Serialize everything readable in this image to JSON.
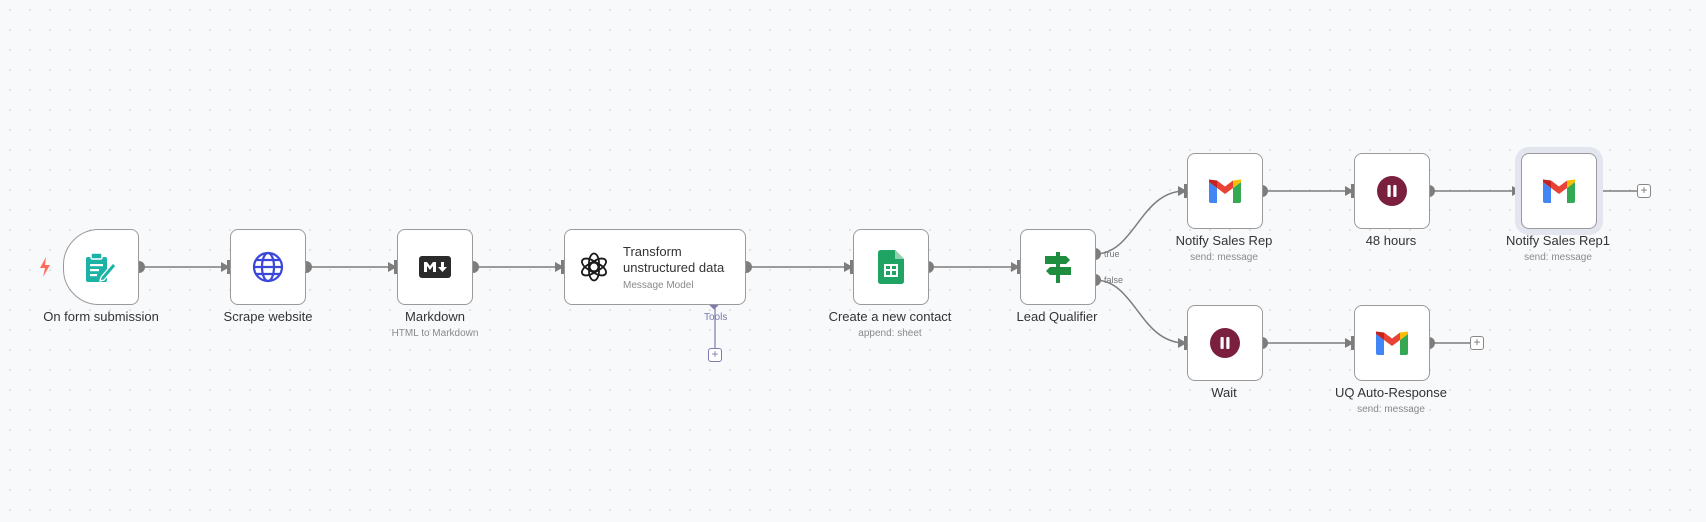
{
  "workflow": {
    "nodes": [
      {
        "id": "form",
        "label": "On form submission",
        "subtitle": "",
        "icon": "form-icon"
      },
      {
        "id": "scrape",
        "label": "Scrape website",
        "subtitle": "",
        "icon": "globe-icon"
      },
      {
        "id": "markdown",
        "label": "Markdown",
        "subtitle": "HTML to Markdown",
        "icon": "markdown-icon"
      },
      {
        "id": "transform",
        "label": "Transform unstructured data",
        "subtitle": "Message Model",
        "icon": "openai-icon"
      },
      {
        "id": "contact",
        "label": "Create a new contact",
        "subtitle": "append: sheet",
        "icon": "google-sheets-icon"
      },
      {
        "id": "qualifier",
        "label": "Lead Qualifier",
        "subtitle": "",
        "icon": "signpost-icon"
      },
      {
        "id": "notify",
        "label": "Notify Sales Rep",
        "subtitle": "send: message",
        "icon": "gmail-icon"
      },
      {
        "id": "hours",
        "label": "48 hours",
        "subtitle": "",
        "icon": "pause-icon"
      },
      {
        "id": "notify1",
        "label": "Notify Sales Rep1",
        "subtitle": "send: message",
        "icon": "gmail-icon"
      },
      {
        "id": "wait",
        "label": "Wait",
        "subtitle": "",
        "icon": "pause-icon"
      },
      {
        "id": "uq",
        "label": "UQ Auto-Response",
        "subtitle": "send: message",
        "icon": "gmail-icon"
      }
    ],
    "branches": {
      "true_label": "true",
      "false_label": "false"
    },
    "tools_label": "Tools",
    "add_symbol": "+"
  },
  "colors": {
    "canvas_bg": "#f8f9fb",
    "node_border": "#9a9a9a",
    "connector": "#7d7d7d",
    "trigger_bolt": "#ff6d5a",
    "form_teal": "#1ab3a6",
    "globe_blue": "#3b47d9",
    "pause_maroon": "#7a1f3d",
    "sheets_green": "#20a463",
    "signpost_green": "#1e8e3e",
    "tools_purple": "#7b7bb0"
  }
}
